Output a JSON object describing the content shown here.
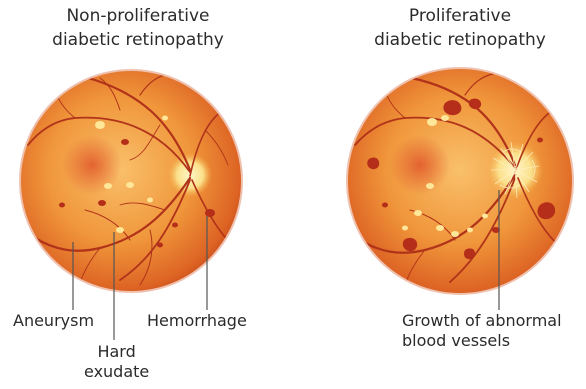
{
  "left_panel": {
    "title_line1": "Non-proliferative",
    "title_line2": "diabetic retinopathy",
    "labels": {
      "aneurysm": "Aneurysm",
      "hemorrhage": "Hemorrhage",
      "hard_exudate_line1": "Hard",
      "hard_exudate_line2": "exudate"
    }
  },
  "right_panel": {
    "title_line1": "Proliferative",
    "title_line2": "diabetic retinopathy",
    "labels": {
      "growth_line1": "Growth of abnormal",
      "growth_line2": "blood vessels"
    }
  },
  "colors": {
    "retina_center": "#f7b45a",
    "retina_edge": "#d9561f",
    "vessel": "#b0331a",
    "hemorrhage": "#b52e1a",
    "exudate": "#ffe79a",
    "optic_disc": "#fff1b0",
    "pointer_line": "#555555"
  }
}
